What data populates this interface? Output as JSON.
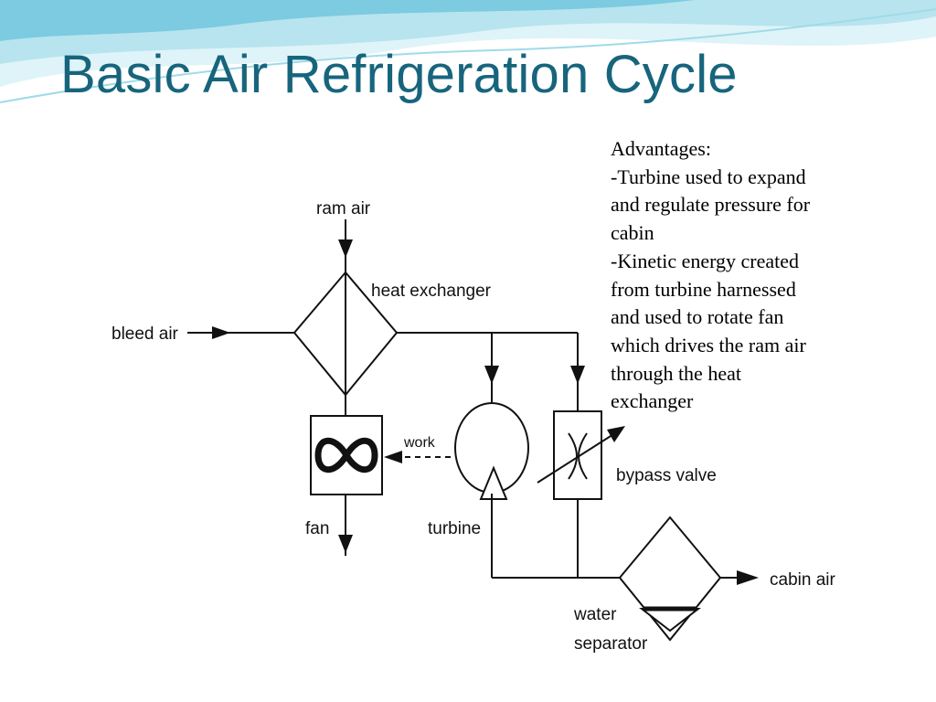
{
  "slide": {
    "title": "Basic Air Refrigeration Cycle",
    "colors": {
      "title": "#17657d",
      "wave_light": "#c9ecf3",
      "wave_mid": "#8fd3e4",
      "wave_dark": "#3fa9c9"
    }
  },
  "notes": {
    "lines": [
      "Advantages:",
      "-Turbine used to expand",
      "and regulate pressure for",
      "cabin",
      "-Kinetic energy created",
      "from turbine harnessed",
      "and used to rotate fan",
      "which drives the ram air",
      "through the heat",
      "exchanger"
    ]
  },
  "diagram": {
    "labels": {
      "ram_air": "ram air",
      "heat_exchanger": "heat exchanger",
      "bleed_air": "bleed air",
      "work": "work",
      "fan": "fan",
      "turbine": "turbine",
      "bypass_valve": "bypass valve",
      "cabin_air": "cabin air",
      "water": "water",
      "separator": "separator"
    }
  }
}
